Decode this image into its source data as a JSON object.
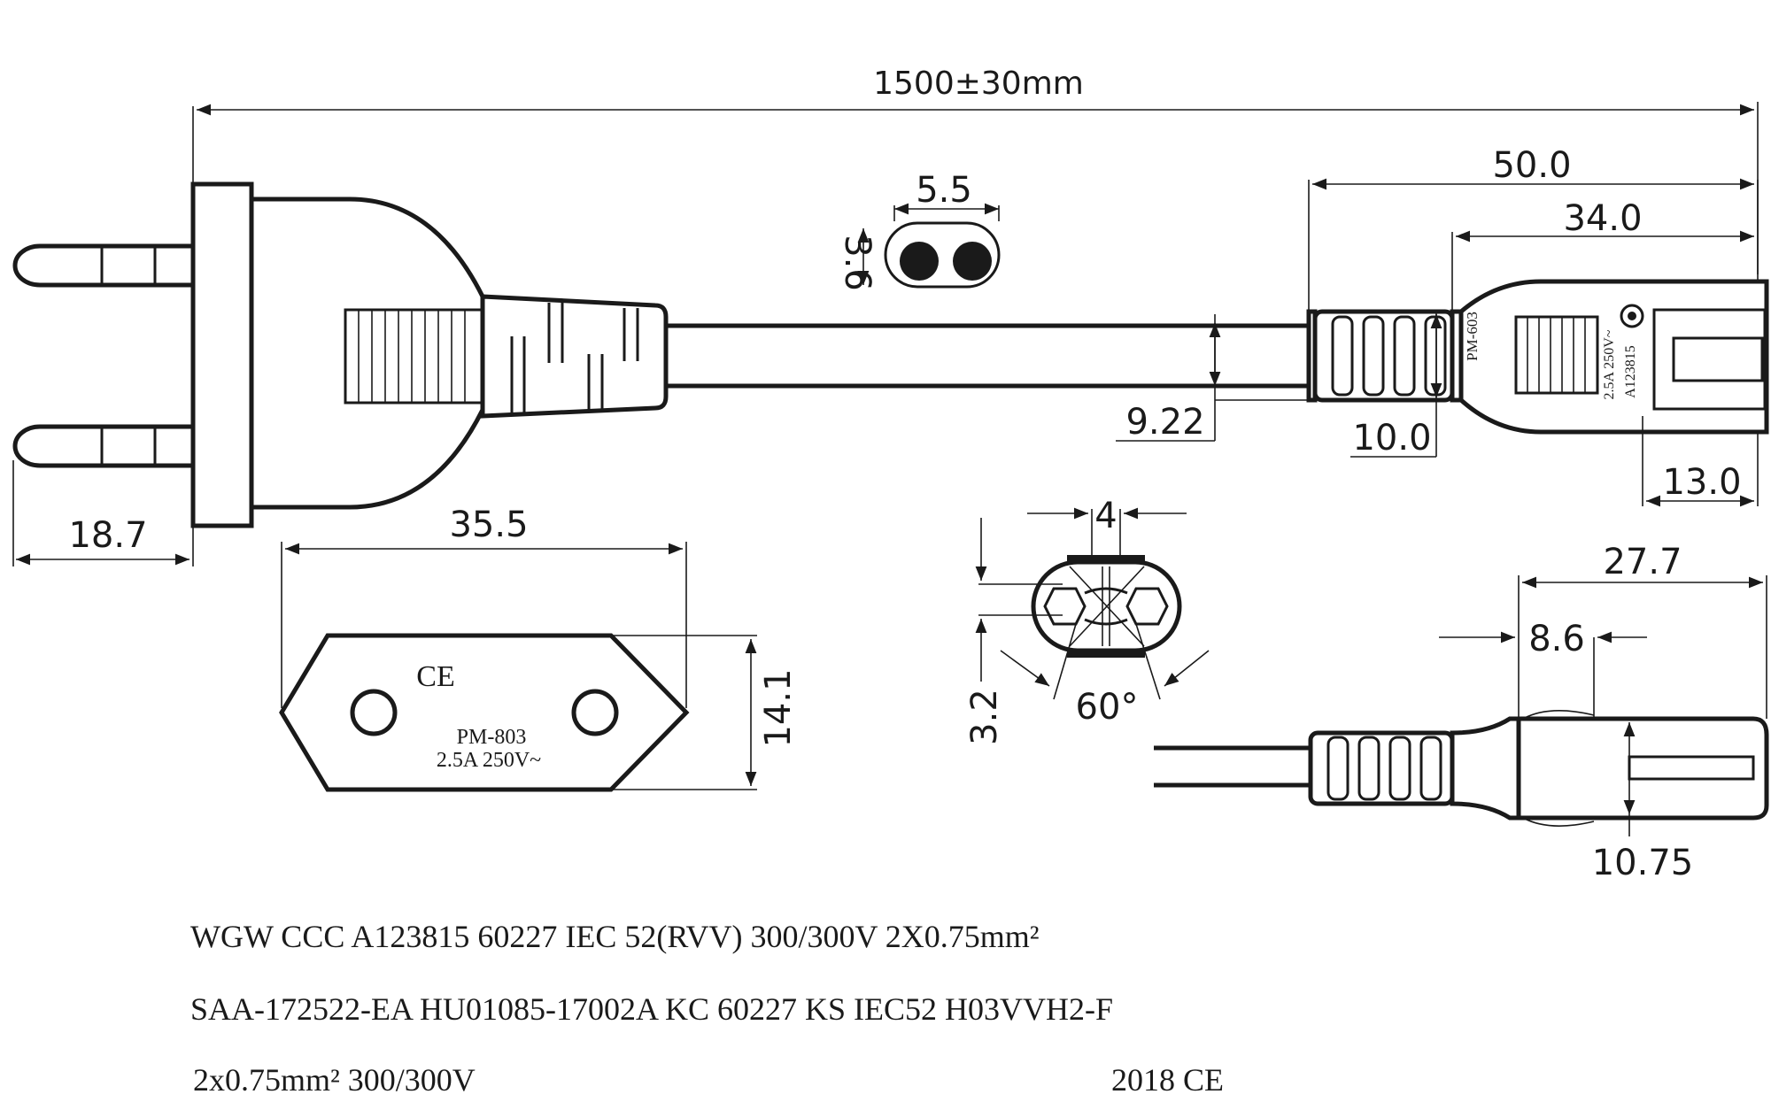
{
  "dimensions": {
    "overall_length": "1500±30mm",
    "plug_pin_offset": "18.7",
    "plug_face_width": "35.5",
    "plug_face_height": "14.1",
    "cable_width": "9.22",
    "connector_length": "50.0",
    "connector_body_length": "34.0",
    "strain_relief_width": "10.0",
    "connector_head_width": "13.0",
    "socket_width": "5.5",
    "socket_height": "3.6",
    "pin_spacing": "4",
    "pin_depth": "3.2",
    "angle": "60°",
    "side_length": "27.7",
    "side_offset": "8.6",
    "side_height": "10.75"
  },
  "plug_face_text": {
    "ce": "CE",
    "model": "PM-803",
    "rating": "2.5A 250V~"
  },
  "connector_text": {
    "model": "PM-603",
    "rating": "2.5A 250V~",
    "cert": "A123815"
  },
  "spec_lines": {
    "line1": "WGW CCC A123815 60227 IEC 52(RVV) 300/300V 2X0.75mm²",
    "line2": "SAA-172522-EA HU01085-17002A KC 60227 KS IEC52 H03VVH2-F",
    "line3_left": "2x0.75mm² 300/300V",
    "line3_right": "2018 CE"
  },
  "colors": {
    "ink": "#1a1a1a",
    "paper": "#ffffff"
  }
}
